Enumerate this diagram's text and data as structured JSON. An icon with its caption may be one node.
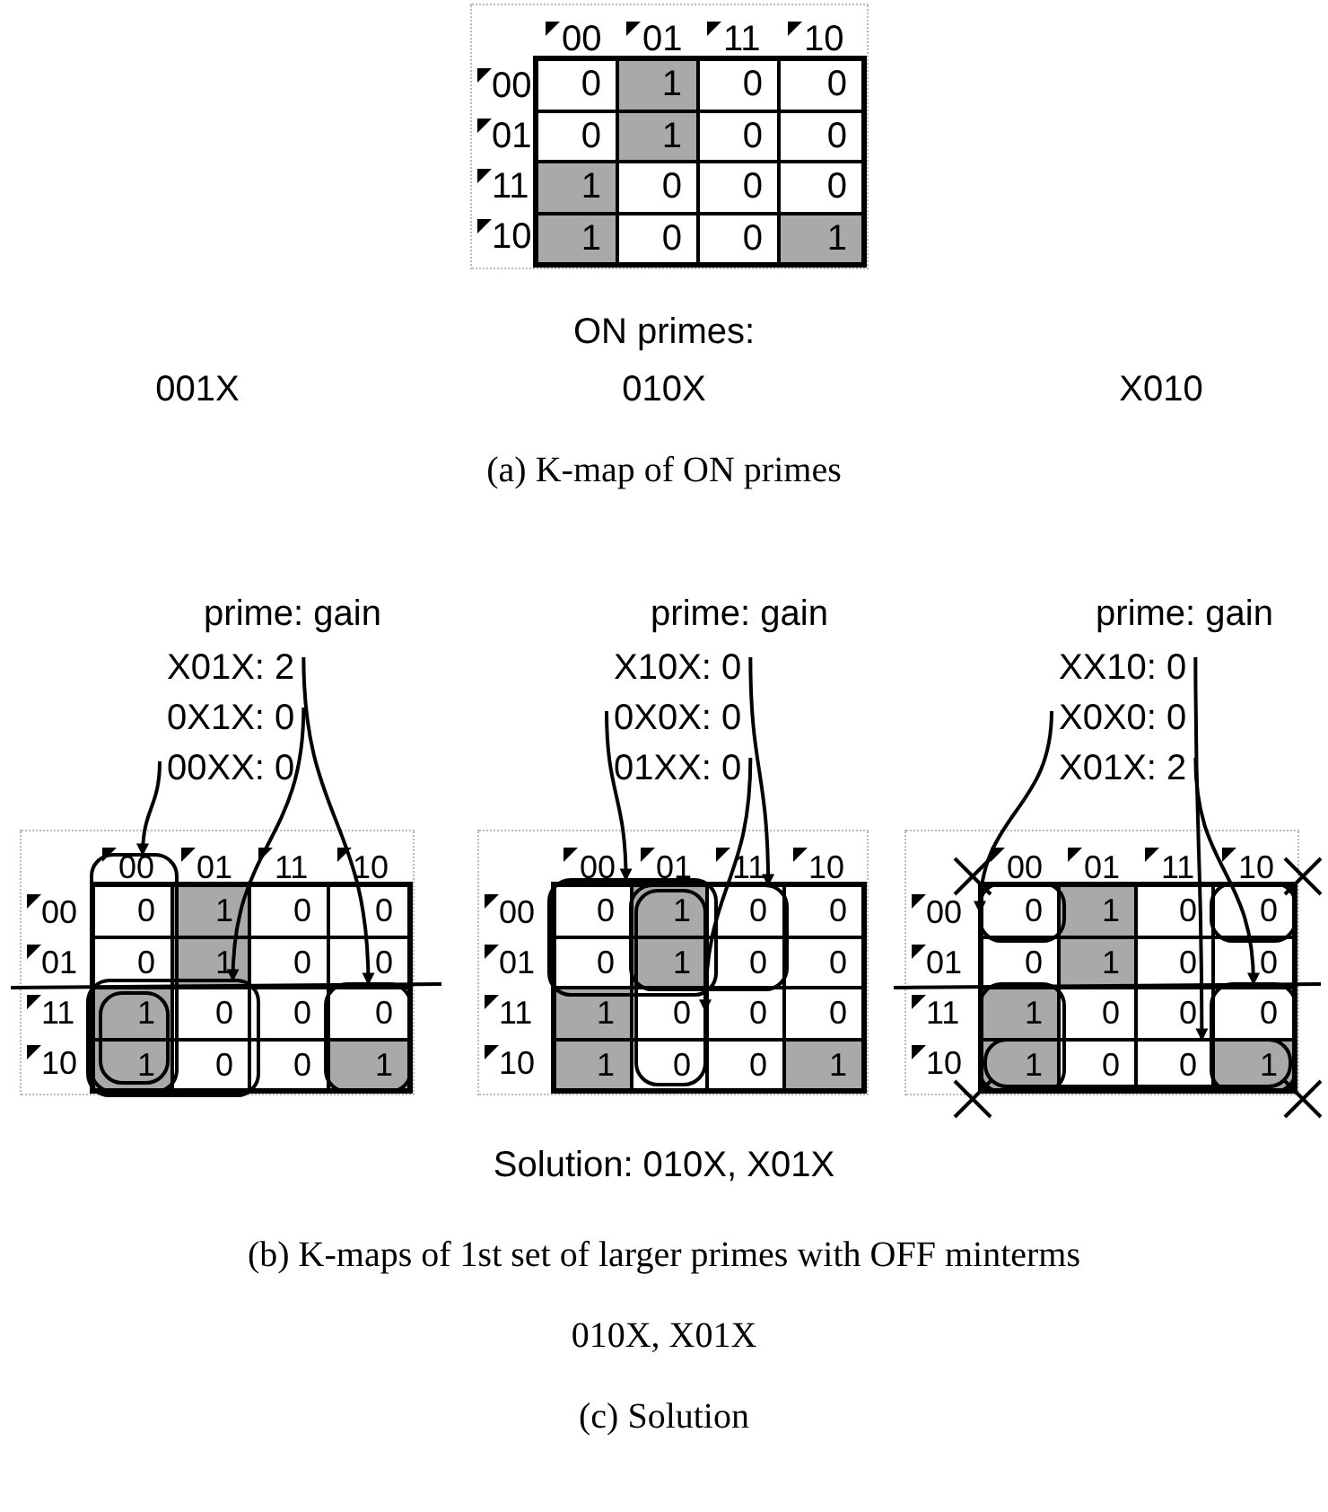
{
  "diagram": {
    "nodes": [
      {
        "text": [
          "X01X: 2"
        ]
      },
      {
        "text": [
          "0X1X: 0"
        ]
      },
      {
        "text": [
          "00XX: 0"
        ]
      },
      {
        "text": [],
        "shape": "box"
      },
      {
        "text": [],
        "shape": "box"
      },
      {
        "text": [],
        "shape": "box"
      },
      {
        "text": [],
        "shape": "box"
      },
      {
        "text": [
          "X10X: 0"
        ]
      },
      {
        "text": [
          "0X0X: 0"
        ]
      },
      {
        "text": [
          "01XX: 0"
        ]
      },
      {
        "text": [],
        "shape": "box"
      },
      {
        "text": [],
        "shape": "box"
      },
      {
        "text": [],
        "shape": "box"
      },
      {
        "text": [
          "XX10: 0"
        ]
      },
      {
        "text": [
          "X0X0: 0"
        ]
      },
      {
        "text": [
          "X01X: 2"
        ]
      },
      {
        "text": [],
        "shape": "box"
      },
      {
        "text": [],
        "shape": "box"
      },
      {
        "text": [],
        "shape": "box"
      },
      {
        "text": [],
        "shape": "box"
      },
      {
        "text": [],
        "shape": "box"
      }
    ],
    "edges": [
      {
        "from": 0,
        "to": 6,
        "arrow": "to"
      },
      {
        "from": 1,
        "to": 5,
        "arrow": "to"
      },
      {
        "from": 2,
        "to": 3,
        "arrow": "to"
      },
      {
        "from": 7,
        "to": 12,
        "arrow": "to"
      },
      {
        "from": 8,
        "to": 10,
        "arrow": "to"
      },
      {
        "from": 9,
        "to": 11,
        "arrow": "to"
      },
      {
        "from": 13,
        "to": 20,
        "arrow": "to"
      },
      {
        "from": 14,
        "to": 16,
        "arrow": "to"
      },
      {
        "from": 15,
        "to": 19,
        "arrow": "to"
      }
    ],
    "labels": [
      "00",
      "01",
      "11",
      "10",
      "00",
      "0",
      "1",
      "0",
      "0",
      "01",
      "0",
      "1",
      "0",
      "0",
      "11",
      "1",
      "0",
      "0",
      "0",
      "10",
      "1",
      "0",
      "0",
      "1",
      "ON primes:",
      "001X",
      "010X",
      "X010",
      "(a) K-map of ON primes",
      "prime: gain",
      "prime: gain",
      "prime: gain",
      "00",
      "01",
      "11",
      "10",
      "00",
      "0",
      "1",
      "0",
      "0",
      "01",
      "0",
      "1",
      "0",
      "0",
      "11",
      "1",
      "0",
      "0",
      "0",
      "10",
      "1",
      "0",
      "0",
      "1",
      "00",
      "01",
      "11",
      "10",
      "00",
      "0",
      "1",
      "0",
      "0",
      "01",
      "0",
      "1",
      "0",
      "0",
      "11",
      "1",
      "0",
      "0",
      "0",
      "10",
      "1",
      "0",
      "0",
      "1",
      "00",
      "01",
      "11",
      "10",
      "00",
      "0",
      "1",
      "0",
      "0",
      "01",
      "0",
      "1",
      "0",
      "0",
      "11",
      "1",
      "0",
      "0",
      "0",
      "10",
      "1",
      "0",
      "0",
      "1",
      "Solution: 010X, X01X",
      "(b) K-maps of 1st set of larger primes with OFF minterms",
      "010X, X01X",
      "(c) Solution"
    ]
  }
}
